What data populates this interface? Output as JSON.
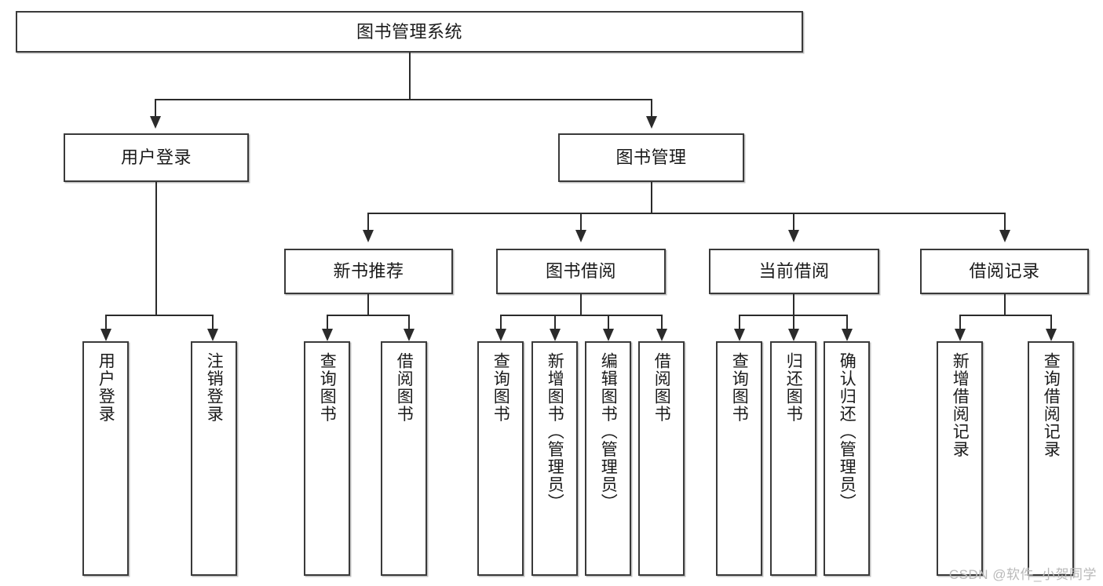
{
  "diagram": {
    "title_node": {
      "label": "图书管理系统"
    },
    "level1": [
      {
        "id": "user-login",
        "label": "用户登录"
      },
      {
        "id": "book-management",
        "label": "图书管理"
      }
    ],
    "level2": [
      {
        "id": "new-book-recommend",
        "label": "新书推荐"
      },
      {
        "id": "book-borrow",
        "label": "图书借阅"
      },
      {
        "id": "current-borrow",
        "label": "当前借阅"
      },
      {
        "id": "borrow-record",
        "label": "借阅记录"
      }
    ],
    "leaves": [
      {
        "id": "leaf-user-login",
        "label": "用户登录"
      },
      {
        "id": "leaf-logout",
        "label": "注销登录"
      },
      {
        "id": "leaf-query-book-1",
        "label": "查询图书"
      },
      {
        "id": "leaf-borrow-book-1",
        "label": "借阅图书"
      },
      {
        "id": "leaf-query-book-2",
        "label": "查询图书"
      },
      {
        "id": "leaf-add-book-admin",
        "label": "新增图书（管理员）"
      },
      {
        "id": "leaf-edit-book-admin",
        "label": "编辑图书（管理员）"
      },
      {
        "id": "leaf-borrow-book-2",
        "label": "借阅图书"
      },
      {
        "id": "leaf-query-book-3",
        "label": "查询图书"
      },
      {
        "id": "leaf-return-book",
        "label": "归还图书"
      },
      {
        "id": "leaf-confirm-return-admin",
        "label": "确认归还（管理员）"
      },
      {
        "id": "leaf-add-borrow-record",
        "label": "新增借阅记录"
      },
      {
        "id": "leaf-query-borrow-record",
        "label": "查询借阅记录"
      }
    ]
  },
  "watermark": {
    "text": "CSDN @软件_小贺同学"
  },
  "colors": {
    "box_border": "#3a3a3a",
    "connector": "#2b2b2b",
    "background": "#ffffff",
    "text": "#1a1a1a",
    "watermark": "#b9b9b9"
  }
}
